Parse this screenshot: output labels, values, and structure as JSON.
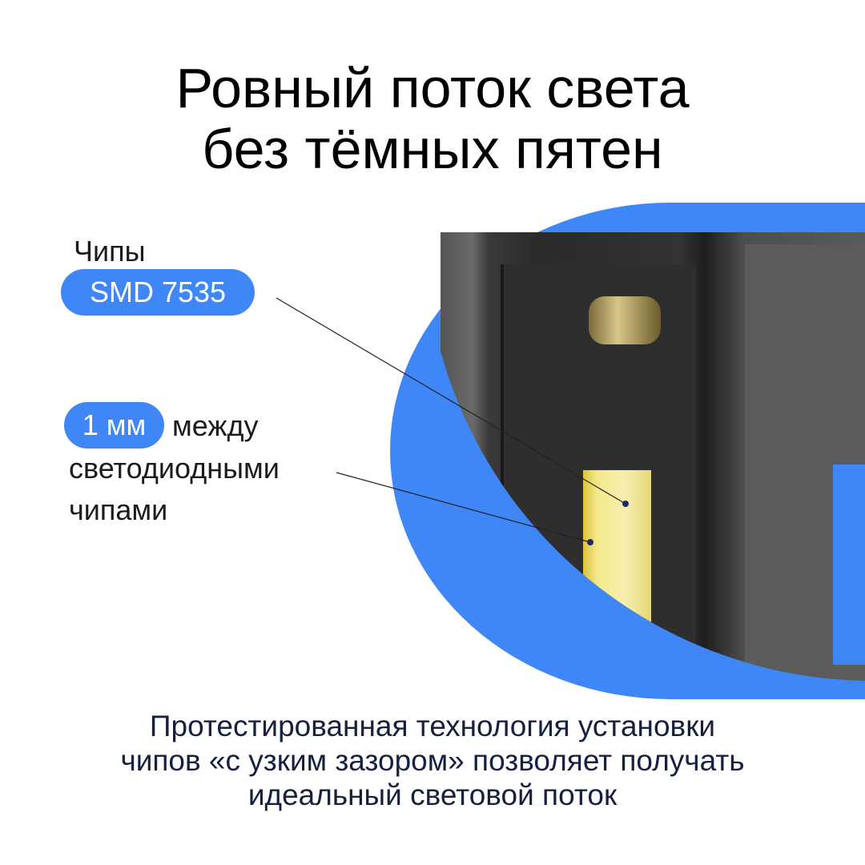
{
  "title": {
    "line1": "Ровный поток света",
    "line2": "без тёмных пятен"
  },
  "callouts": {
    "chips_label": "Чипы",
    "chips_badge": "SMD 7535",
    "gap_badge": "1 мм",
    "gap_text1": "между",
    "gap_text2": "светодиодными",
    "gap_text3": "чипами"
  },
  "description": {
    "line1": "Протестированная технология установки",
    "line2": "чипов «с узким зазором» позволяет получать",
    "line3": "идеальный световой поток"
  },
  "colors": {
    "accent": "#3f87f7",
    "text_dark": "#16213f",
    "chip": "#f3e78a"
  }
}
